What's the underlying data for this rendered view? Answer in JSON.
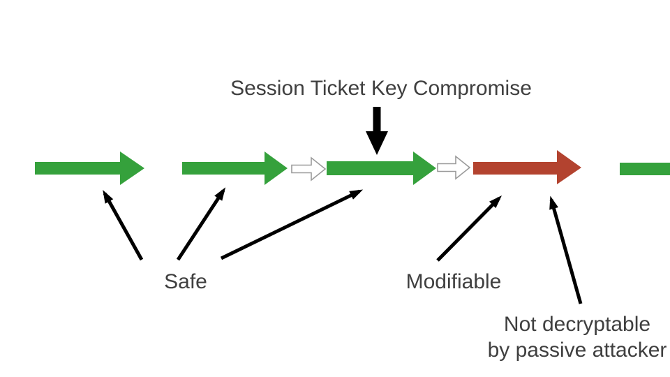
{
  "diagram": {
    "title": "Session Ticket Key Compromise",
    "labels": {
      "safe": "Safe",
      "modifiable": "Modifiable",
      "note_line1": "Not decryptable",
      "note_line2": "by passive attacker"
    },
    "colors": {
      "safe_arrow": "#35a13c",
      "compromised_arrow": "#b3432f",
      "ticket_arrow_outline": "#9a9a9a",
      "annotation_black": "#000000",
      "text": "#3f3f3f",
      "background": "#ffffff"
    },
    "sequence": [
      {
        "type": "session",
        "status": "safe"
      },
      {
        "type": "session",
        "status": "safe"
      },
      {
        "type": "ticket-resumption"
      },
      {
        "type": "session",
        "status": "safe",
        "note": "compromise occurs here"
      },
      {
        "type": "ticket-resumption"
      },
      {
        "type": "session",
        "status": "compromised"
      },
      {
        "type": "session",
        "status": "safe"
      }
    ]
  }
}
